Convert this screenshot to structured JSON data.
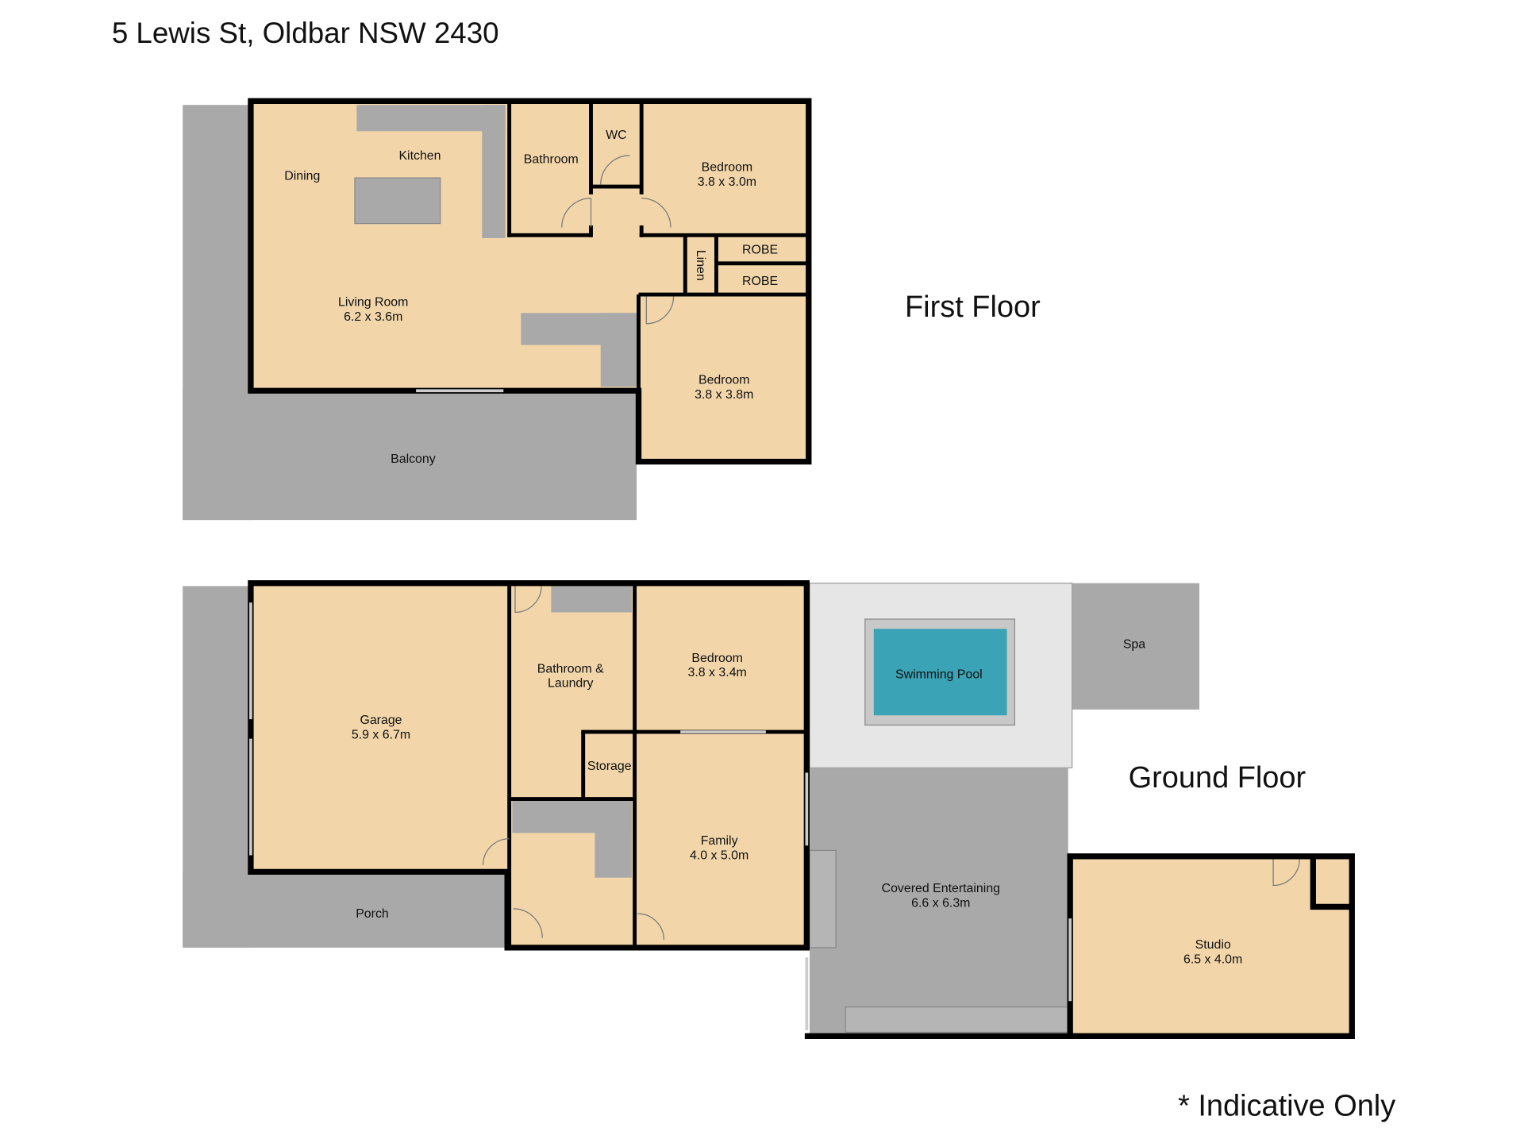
{
  "title": "5 Lewis St, Oldbar NSW 2430",
  "disclaimer": "* Indicative Only",
  "colors": {
    "room": "#f2d6aa",
    "outdoor": "#a9a9a9",
    "pool": "#3aa3b5",
    "pool_deck": "#e6e6e6",
    "wall": "#000000"
  },
  "first_floor": {
    "label": "First Floor",
    "rooms": {
      "dining": "Dining",
      "kitchen": "Kitchen",
      "bathroom": "Bathroom",
      "wc": "WC",
      "bedroom1": {
        "name": "Bedroom",
        "size": "3.8 x 3.0m"
      },
      "linen": "Linen",
      "robe1": "ROBE",
      "robe2": "ROBE",
      "living": {
        "name": "Living Room",
        "size": "6.2 x 3.6m"
      },
      "bedroom2": {
        "name": "Bedroom",
        "size": "3.8 x 3.8m"
      },
      "balcony": "Balcony"
    }
  },
  "ground_floor": {
    "label": "Ground Floor",
    "rooms": {
      "garage": {
        "name": "Garage",
        "size": "5.9 x 6.7m"
      },
      "bath_laundry": {
        "line1": "Bathroom &",
        "line2": "Laundry"
      },
      "bedroom": {
        "name": "Bedroom",
        "size": "3.8 x 3.4m"
      },
      "pool": "Swimming Pool",
      "spa": "Spa",
      "storage": "Storage",
      "family": {
        "name": "Family",
        "size": "4.0 x 5.0m"
      },
      "covered": {
        "name": "Covered Entertaining",
        "size": "6.6 x 6.3m"
      },
      "porch": "Porch",
      "studio": {
        "name": "Studio",
        "size": "6.5 x 4.0m"
      }
    }
  }
}
